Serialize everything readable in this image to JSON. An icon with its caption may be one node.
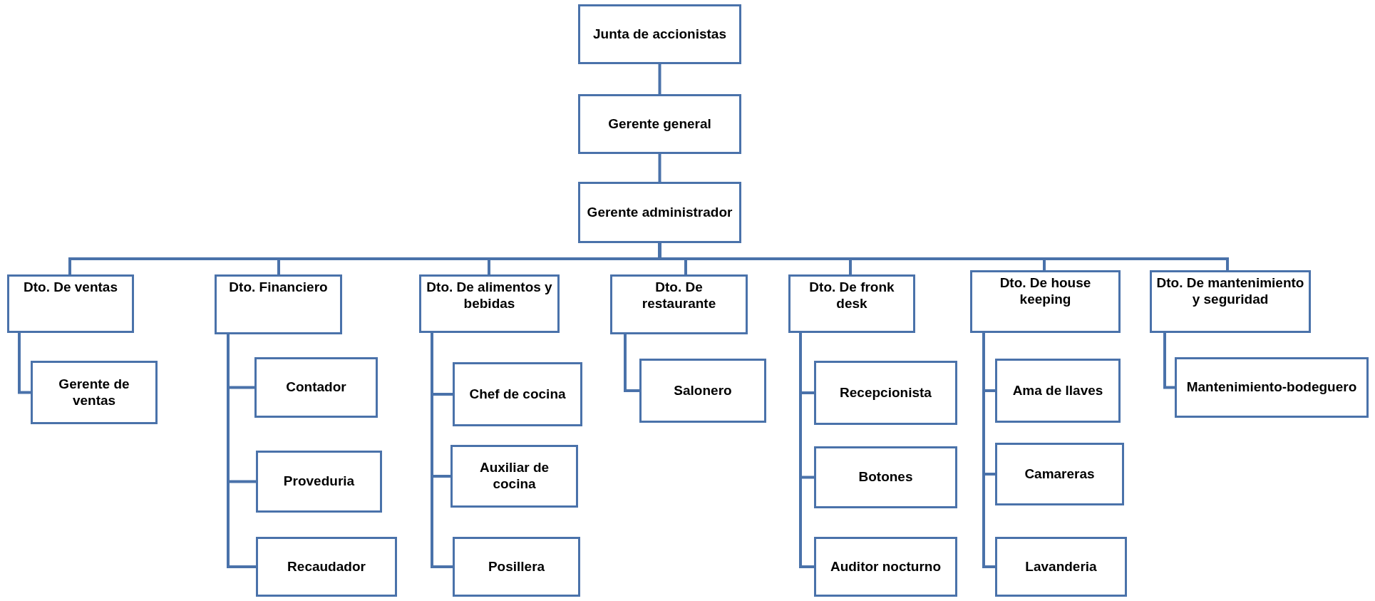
{
  "diagram": {
    "nodes": [
      {
        "text": [
          "Junta de accionistas"
        ]
      },
      {
        "text": [
          "Gerente general"
        ]
      },
      {
        "text": [
          "Gerente administrador"
        ]
      },
      {
        "text": [
          "Dto. De ventas"
        ]
      },
      {
        "text": [
          "Gerente de ventas"
        ]
      },
      {
        "text": [
          "Dto. Financiero"
        ]
      },
      {
        "text": [
          "Contador"
        ]
      },
      {
        "text": [
          "Proveduria"
        ]
      },
      {
        "text": [
          "Recaudador"
        ]
      },
      {
        "text": [
          "Dto. De alimentos y bebidas"
        ]
      },
      {
        "text": [
          "Chef de cocina"
        ]
      },
      {
        "text": [
          "Auxiliar de cocina"
        ]
      },
      {
        "text": [
          "Posillera"
        ]
      },
      {
        "text": [
          "Dto. De restaurante"
        ]
      },
      {
        "text": [
          "Salonero"
        ]
      },
      {
        "text": [
          "Dto. De fronk desk"
        ]
      },
      {
        "text": [
          "Recepcionista"
        ]
      },
      {
        "text": [
          "Botones"
        ]
      },
      {
        "text": [
          "Auditor nocturno"
        ]
      },
      {
        "text": [
          "Dto. De house keeping"
        ]
      },
      {
        "text": [
          "Ama de llaves"
        ]
      },
      {
        "text": [
          "Camareras"
        ]
      },
      {
        "text": [
          "Lavanderia"
        ]
      },
      {
        "text": [
          "Dto. De mantenimiento y seguridad"
        ]
      },
      {
        "text": [
          "Mantenimiento-bodeguero"
        ]
      }
    ],
    "edges": [
      {
        "from": 0,
        "to": 1,
        "arrow": "none"
      },
      {
        "from": 1,
        "to": 2,
        "arrow": "none"
      },
      {
        "from": 2,
        "to": 3,
        "arrow": "none"
      },
      {
        "from": 2,
        "to": 5,
        "arrow": "none"
      },
      {
        "from": 2,
        "to": 9,
        "arrow": "none"
      },
      {
        "from": 2,
        "to": 13,
        "arrow": "none"
      },
      {
        "from": 2,
        "to": 15,
        "arrow": "none"
      },
      {
        "from": 2,
        "to": 19,
        "arrow": "none"
      },
      {
        "from": 2,
        "to": 23,
        "arrow": "none"
      },
      {
        "from": 3,
        "to": 4,
        "arrow": "none"
      },
      {
        "from": 5,
        "to": 6,
        "arrow": "none"
      },
      {
        "from": 5,
        "to": 7,
        "arrow": "none"
      },
      {
        "from": 5,
        "to": 8,
        "arrow": "none"
      },
      {
        "from": 9,
        "to": 10,
        "arrow": "none"
      },
      {
        "from": 9,
        "to": 11,
        "arrow": "none"
      },
      {
        "from": 9,
        "to": 12,
        "arrow": "none"
      },
      {
        "from": 13,
        "to": 14,
        "arrow": "none"
      },
      {
        "from": 15,
        "to": 16,
        "arrow": "none"
      },
      {
        "from": 15,
        "to": 17,
        "arrow": "none"
      },
      {
        "from": 15,
        "to": 18,
        "arrow": "none"
      },
      {
        "from": 19,
        "to": 20,
        "arrow": "none"
      },
      {
        "from": 19,
        "to": 21,
        "arrow": "none"
      },
      {
        "from": 19,
        "to": 22,
        "arrow": "none"
      },
      {
        "from": 23,
        "to": 24,
        "arrow": "none"
      }
    ]
  }
}
